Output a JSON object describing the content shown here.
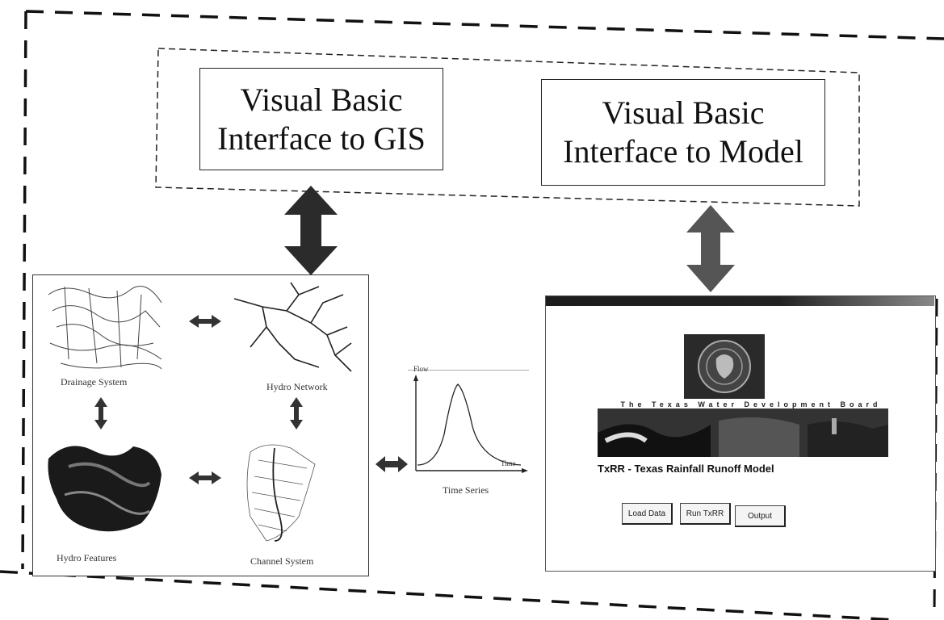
{
  "boxes": {
    "gis": {
      "line1": "Visual Basic",
      "line2": "Interface to GIS"
    },
    "model": {
      "line1": "Visual Basic",
      "line2": "Interface to Model"
    }
  },
  "gis_panel": {
    "drainage": "Drainage System",
    "network": "Hydro Network",
    "features": "Hydro Features",
    "channel": "Channel System"
  },
  "timeseries": {
    "caption": "Time Series",
    "ylabel": "Flow",
    "xlabel": "Time"
  },
  "app": {
    "banner": "The Texas Water Development Board",
    "title": "TxRR - Texas Rainfall Runoff Model",
    "buttons": [
      "Load Data",
      "Run TxRR",
      "Output"
    ]
  },
  "colors": {
    "line": "#111111",
    "arrow": "#333333",
    "titlebar": "#1c1c1c"
  }
}
